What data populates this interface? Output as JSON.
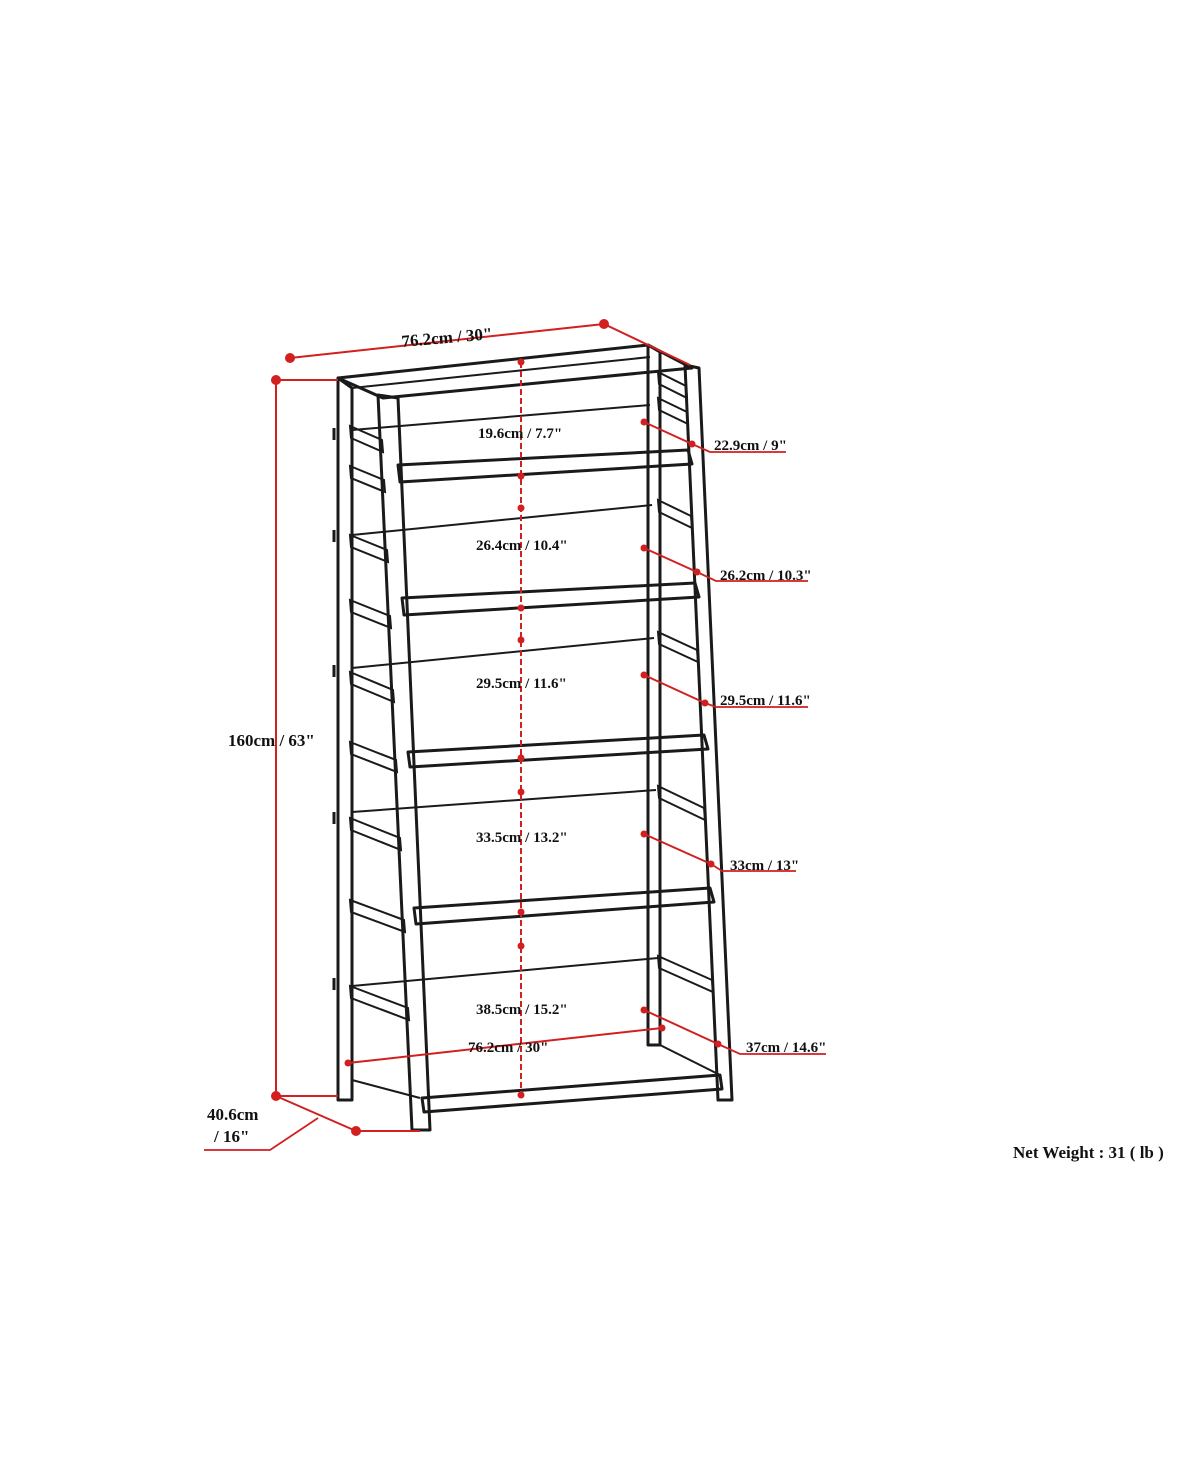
{
  "colors": {
    "dimension": "#d21f1f",
    "frame": "#1a1a1a",
    "background": "#ffffff"
  },
  "dimensions": {
    "overall_width": "76.2cm / 30\"",
    "overall_height": "160cm / 63\"",
    "depth_line1": "40.6cm",
    "depth_line2": "/ 16\"",
    "bottom_width": "76.2cm / 30\""
  },
  "shelves": [
    {
      "clearance": "19.6cm / 7.7\"",
      "depth": "22.9cm / 9\""
    },
    {
      "clearance": "26.4cm / 10.4\"",
      "depth": "26.2cm / 10.3\""
    },
    {
      "clearance": "29.5cm / 11.6\"",
      "depth": "29.5cm / 11.6\""
    },
    {
      "clearance": "33.5cm / 13.2\"",
      "depth": "33cm / 13\""
    },
    {
      "clearance": "38.5cm / 15.2\"",
      "depth": "37cm / 14.6\""
    }
  ],
  "net_weight": "Net Weight : 31 ( lb )"
}
